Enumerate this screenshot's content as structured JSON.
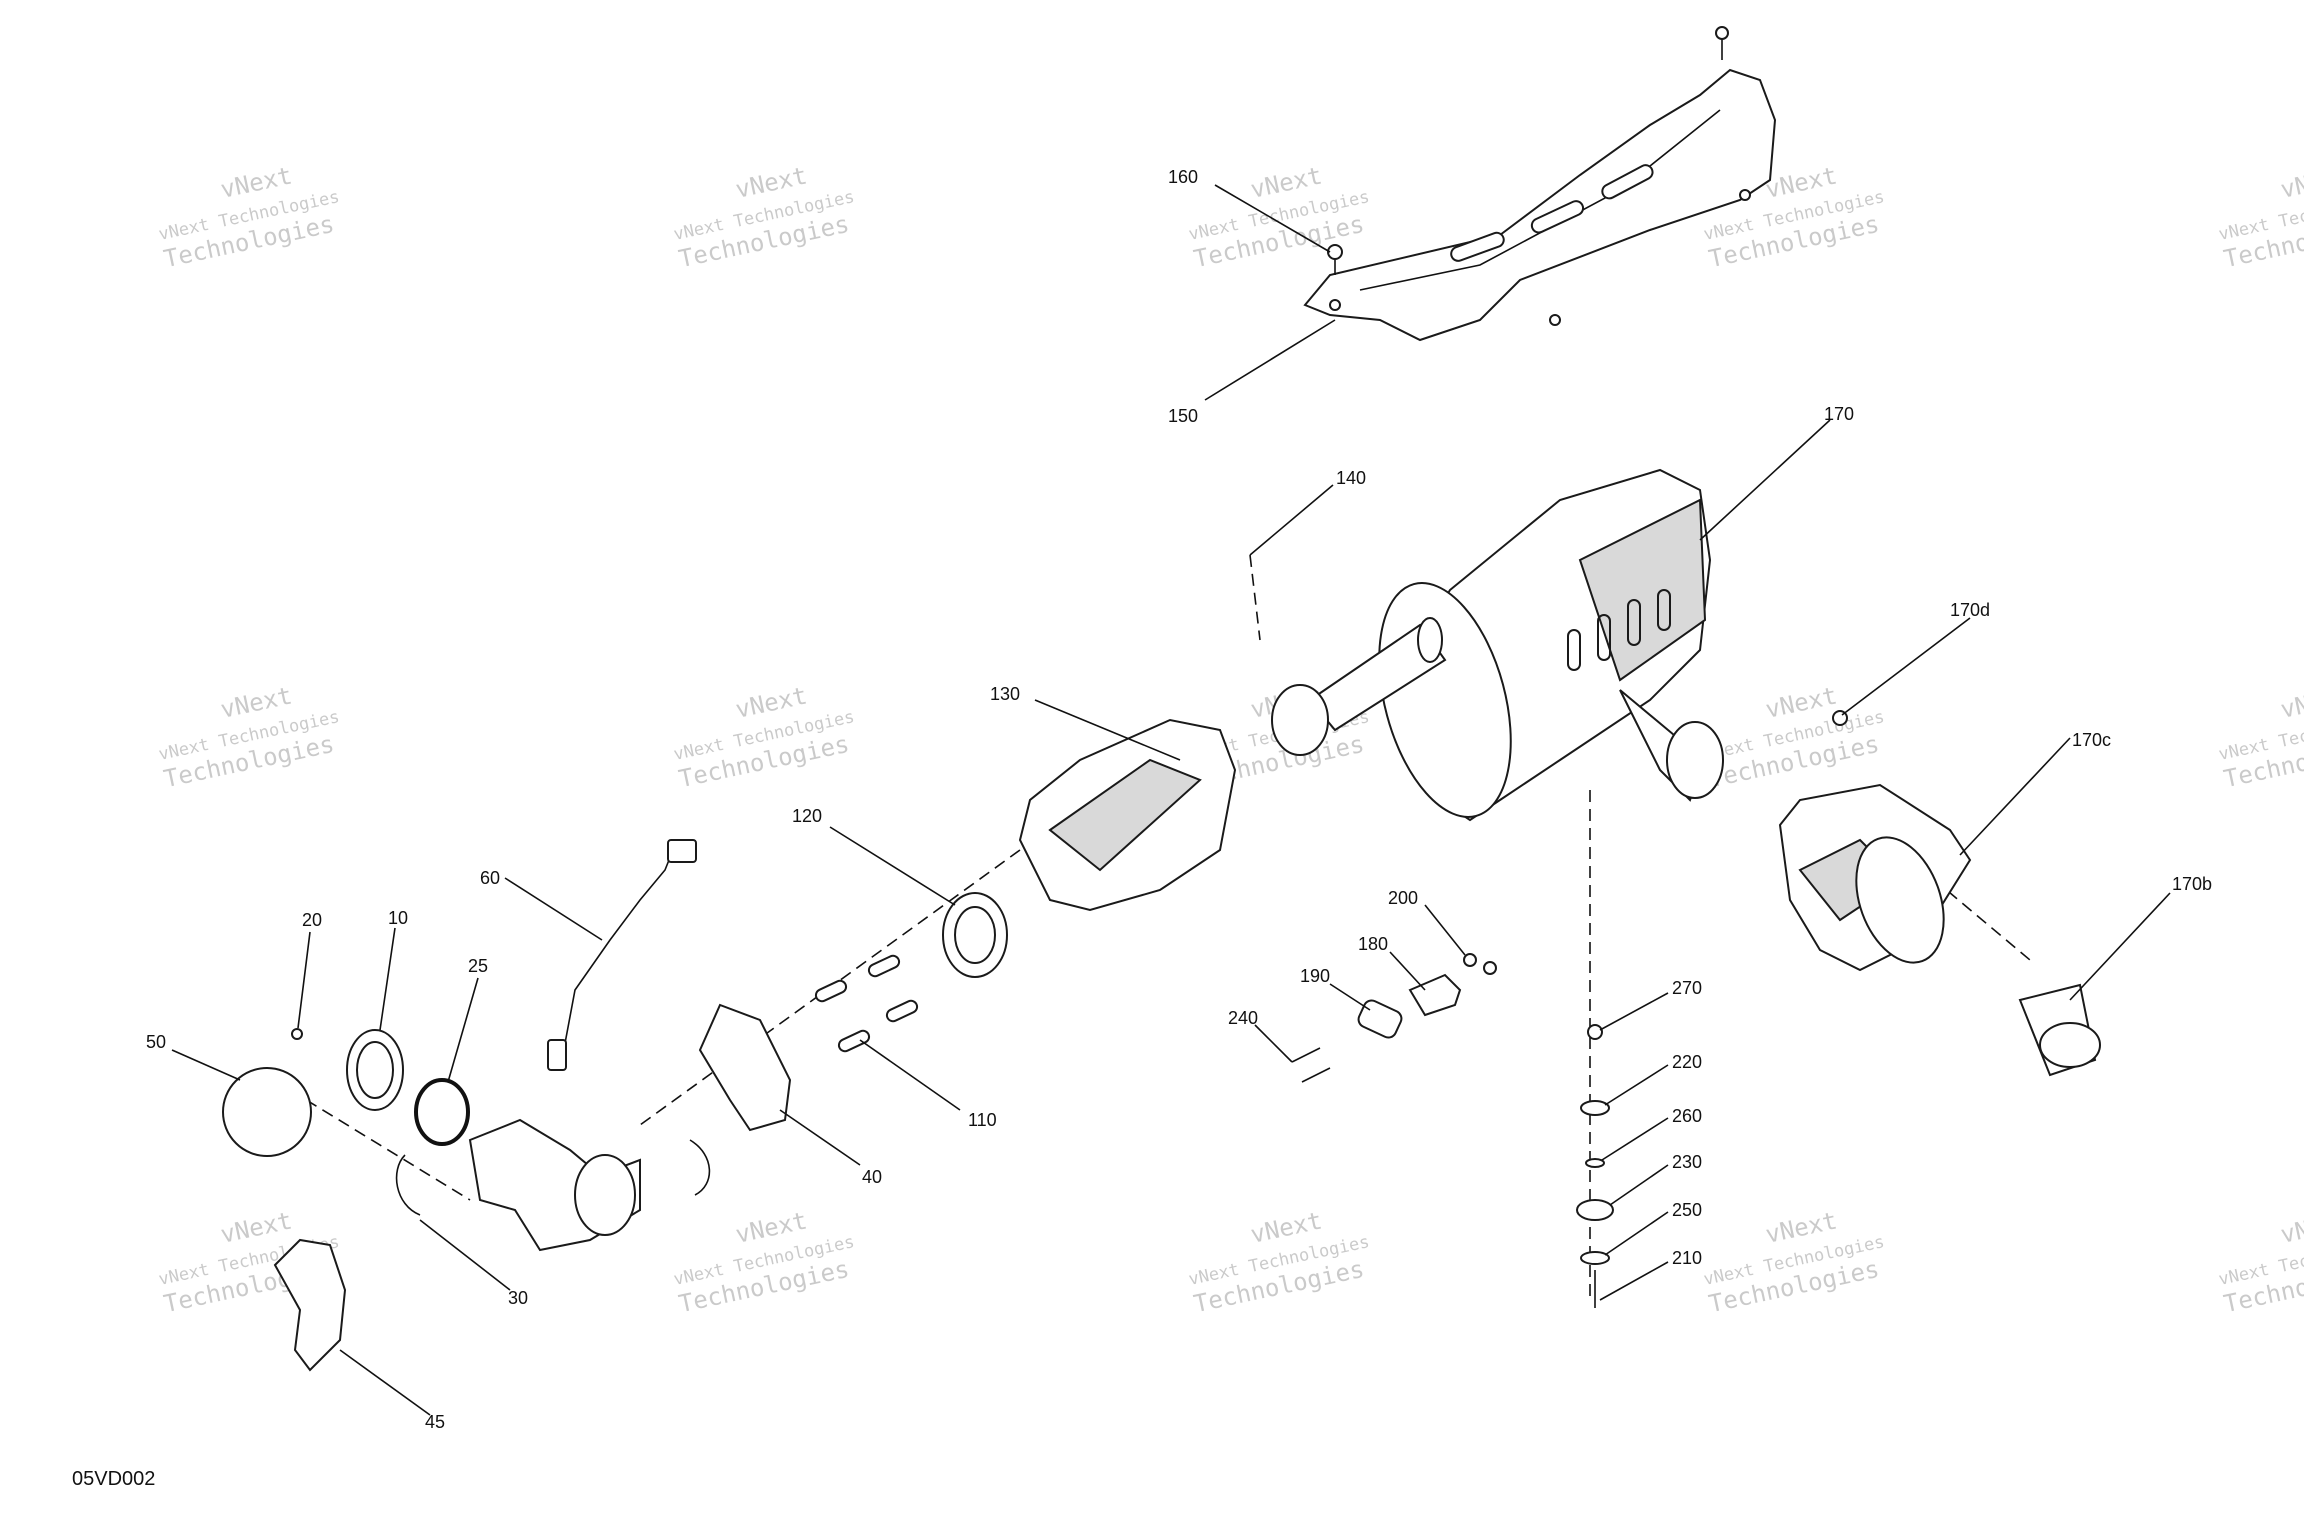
{
  "diagram": {
    "code": "05VD002",
    "watermark": {
      "line1": "vNext",
      "line2": "vNext Technologies",
      "line3": "Technologies"
    },
    "callouts": [
      "160",
      "150",
      "170",
      "140",
      "170d",
      "130",
      "170c",
      "120",
      "60",
      "200",
      "180",
      "170b",
      "20",
      "10",
      "25",
      "190",
      "270",
      "50",
      "240",
      "220",
      "110",
      "40",
      "260",
      "230",
      "250",
      "30",
      "210",
      "45"
    ]
  }
}
